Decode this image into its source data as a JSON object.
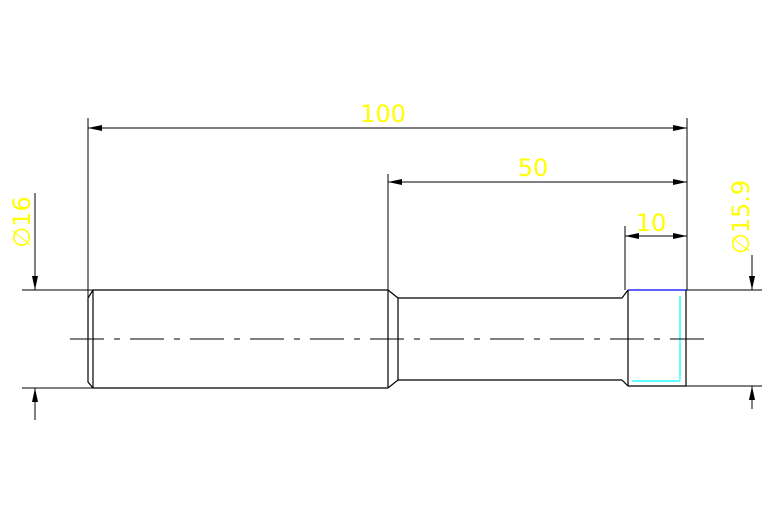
{
  "drawing": {
    "dimensions": {
      "overall_length": "100",
      "step_length": "50",
      "chamfer_length": "10",
      "diameter_left": "∅16",
      "diameter_right": "∅15.9"
    },
    "colors": {
      "background": "#ffffff",
      "outline": "#000000",
      "dimension_text": "#ffff00",
      "chamfer_edge_top": "#0000ff",
      "chamfer_edge_side": "#00ffff"
    }
  }
}
